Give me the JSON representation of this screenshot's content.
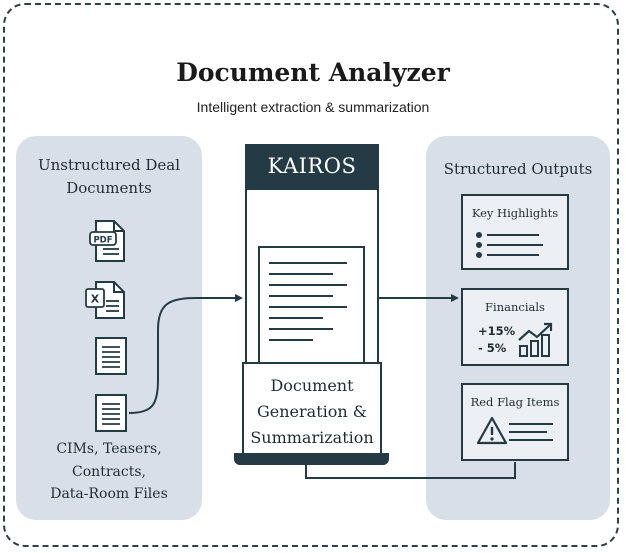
{
  "header": {
    "title": "Document Analyzer",
    "subtitle": "Intelligent extraction & summarization"
  },
  "inputs": {
    "heading_line1": "Unstructured Deal",
    "heading_line2": "Documents",
    "file_icons": [
      "pdf-file-icon",
      "excel-file-icon",
      "text-document-icon",
      "text-document-icon"
    ],
    "pdf_badge": "PDF",
    "excel_badge": "X",
    "caption_line1": "CIMs, Teasers,",
    "caption_line2": "Contracts,",
    "caption_line3": "Data-Room Files"
  },
  "engine": {
    "brand": "KAIROS",
    "label_line1": "Document",
    "label_line2": "Generation &",
    "label_line3": "Summarization"
  },
  "outputs": {
    "heading": "Structured Outputs",
    "key_highlights": {
      "title": "Key Highlights",
      "icon": "bullet-list-icon"
    },
    "financials": {
      "title": "Financials",
      "line1": "+15%",
      "line2": "- 5%",
      "icon": "growth-chart-icon"
    },
    "red_flags": {
      "title": "Red Flag Items",
      "icon": "warning-triangle-icon"
    }
  },
  "colors": {
    "dark": "#243a44",
    "panel": "#d9dfe8",
    "card": "#eceff3",
    "border_dash": "#2e3f47"
  }
}
